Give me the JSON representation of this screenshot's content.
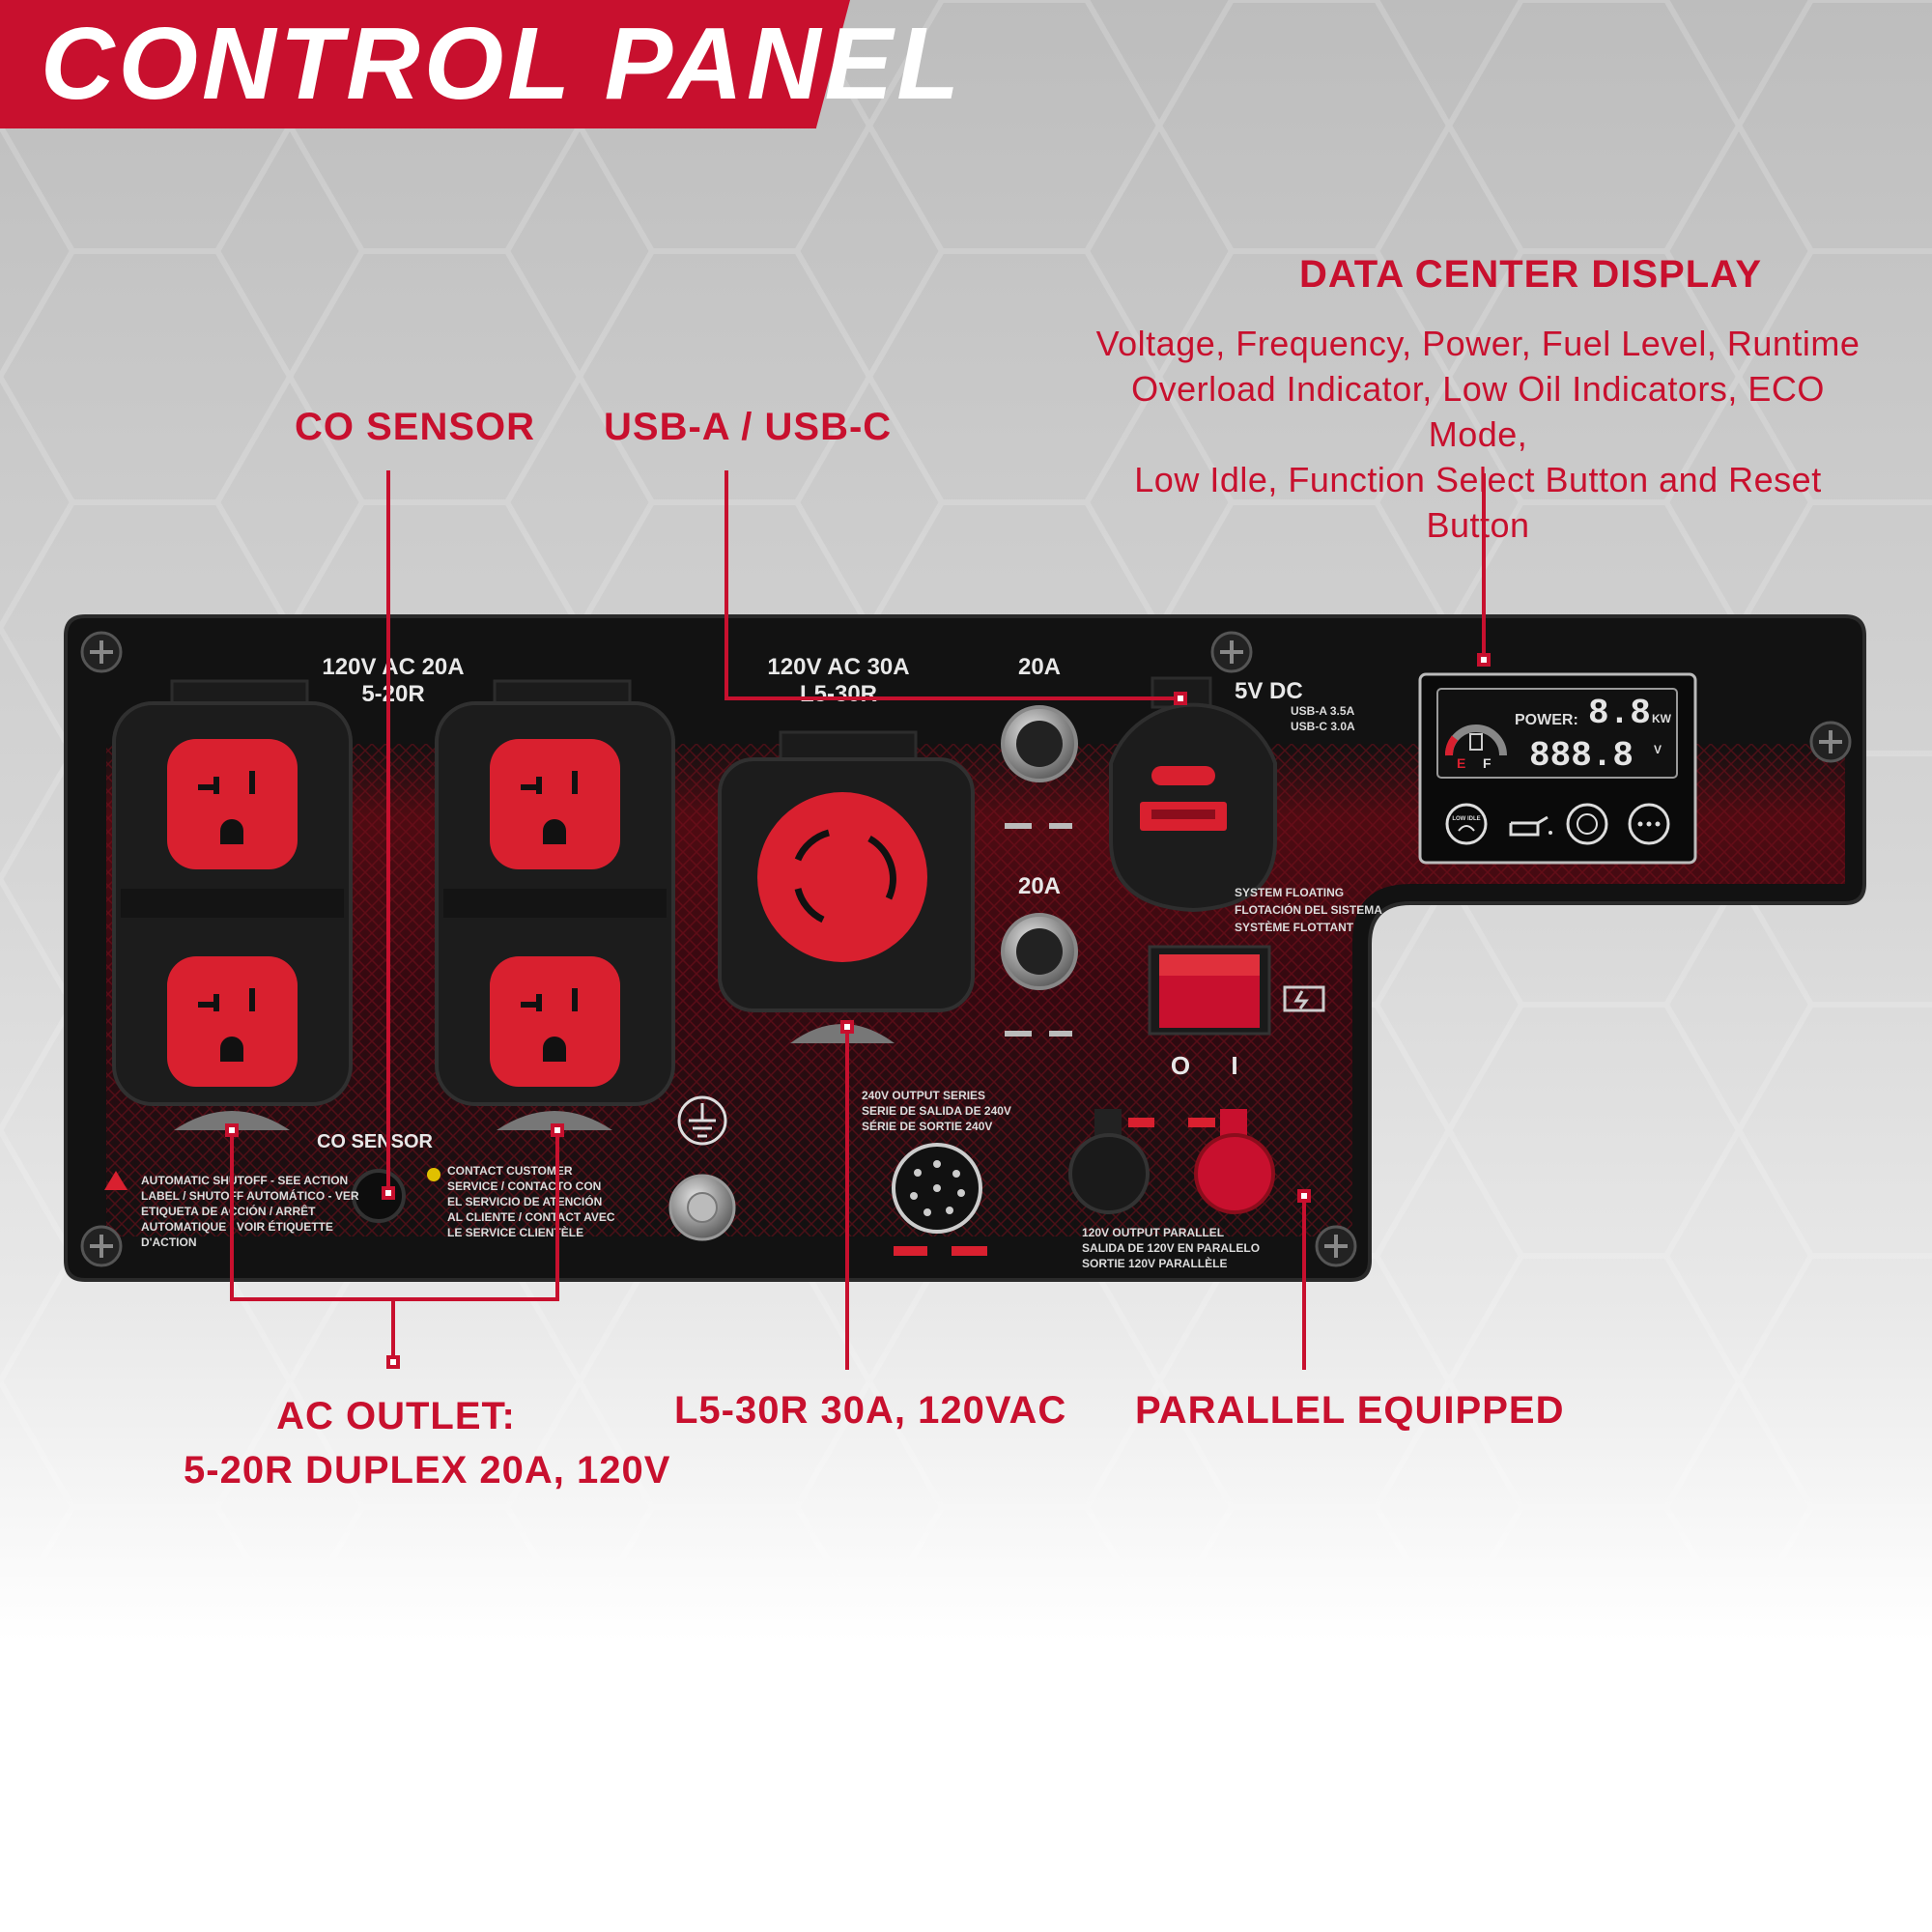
{
  "header": {
    "title": "CONTROL PANEL"
  },
  "callouts": {
    "co_sensor": "CO SENSOR",
    "usb": "USB-A / USB-C",
    "data_center_title": "DATA CENTER DISPLAY",
    "data_center_lines": [
      "Voltage, Frequency, Power, Fuel Level, Runtime",
      "Overload Indicator, Low Oil Indicators, ECO Mode,",
      "Low Idle, Function Select Button and Reset Button"
    ],
    "ac_outlet_line1": "AC OUTLET:",
    "ac_outlet_line2": "5-20R DUPLEX 20A, 120V",
    "l530": "L5-30R 30A, 120VAC",
    "parallel": "PARALLEL EQUIPPED"
  },
  "panel": {
    "duplex_label_1": "120V AC 20A",
    "duplex_label_2": "5-20R",
    "twistlock_label_1": "120V AC 30A",
    "twistlock_label_2": "L5-30R",
    "breaker_top": "20A",
    "breaker_bottom": "20A",
    "usb_title": "5V DC",
    "usb_a_spec": "USB-A 3.5A",
    "usb_c_spec": "USB-C 3.0A",
    "co_sensor_label": "CO SENSOR",
    "system_floating": [
      "SYSTEM FLOATING",
      "FLOTACIÓN DEL SISTEMA",
      "SYSTÈME FLOTTANT"
    ],
    "switch_off": "O",
    "switch_on": "I",
    "output_series": [
      "240V OUTPUT SERIES",
      "SERIE DE SALIDA DE 240V",
      "SÉRIE DE SORTIE 240V"
    ],
    "output_parallel": [
      "120V OUTPUT PARALLEL",
      "SALIDA DE 120V EN PARALELO",
      "SORTIE 120V PARALLÈLE"
    ],
    "shutoff_warning": [
      "AUTOMATIC SHUTOFF - SEE ACTION",
      "LABEL / SHUTOFF AUTOMÁTICO - VER",
      "ETIQUETA DE ACCIÓN / ARRÊT",
      "AUTOMATIQUE - VOIR ÉTIQUETTE",
      "D'ACTION"
    ],
    "contact_service": [
      "CONTACT CUSTOMER",
      "SERVICE / CONTACTO CON",
      "EL SERVICIO DE ATENCIÓN",
      "AL CLIENTE / CONTACT AVEC",
      "LE SERVICE CLIENTÈLE"
    ]
  },
  "display": {
    "power_label": "POWER:",
    "power_value": "8.8",
    "power_unit": "KW",
    "voltage_value": "888.8",
    "voltage_unit": "V",
    "fuel_e": "E",
    "fuel_f": "F",
    "low_idle_icon_text": "LOW IDLE"
  },
  "colors": {
    "accent": "#c8102e",
    "panel": "#111111",
    "outlet": "#d9202f"
  }
}
